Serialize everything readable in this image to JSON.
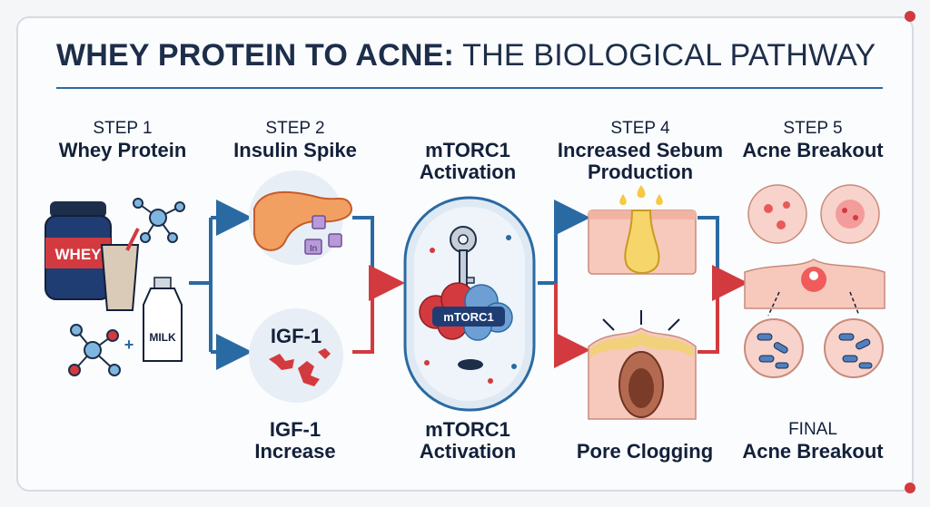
{
  "title": {
    "bold": "WHEY PROTEIN TO ACNE:",
    "rest": " THE BIOLOGICAL PATHWAY"
  },
  "steps": {
    "s1": {
      "step": "STEP 1",
      "name": "Whey Protein",
      "jar_label": "WHEY",
      "milk_label": "MILK",
      "plus": "+"
    },
    "s2": {
      "step": "STEP 2",
      "name": "Insulin Spike",
      "igf_label": "IGF-1",
      "ins_letters": "In",
      "bottom_line1": "IGF-1",
      "bottom_line2": "Increase"
    },
    "s3": {
      "name_line1": "mTORC1",
      "name_line2": "Activation",
      "complex_label": "mTORC1",
      "bottom_line1": "mTORC1",
      "bottom_line2": "Activation"
    },
    "s4": {
      "step": "STEP 4",
      "name_line1": "Increased Sebum",
      "name_line2": "Production",
      "bottom": "Pore Clogging"
    },
    "s5": {
      "step": "STEP 5",
      "name": "Acne Breakout",
      "bottom_line1": "FINAL",
      "bottom_line2": "Acne Breakout"
    }
  },
  "colors": {
    "navy": "#1d2e4a",
    "blue": "#2a6aa3",
    "red": "#d23a3f"
  }
}
